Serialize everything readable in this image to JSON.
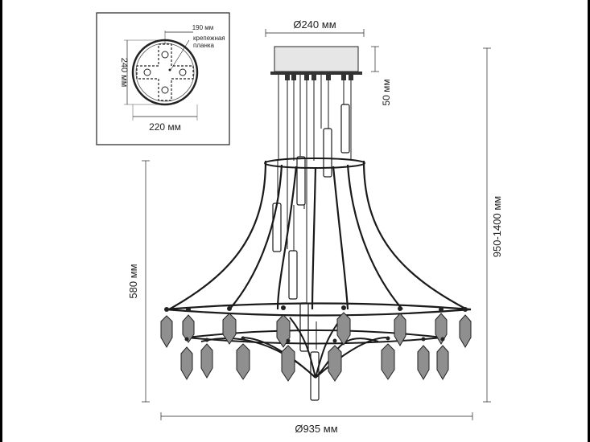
{
  "inset": {
    "dim_190": "190 мм",
    "bracket_label_line1": "крепежная",
    "bracket_label_line2": "планка",
    "dim_240_vertical": "240 мм",
    "dim_220": "220 мм"
  },
  "dimensions": {
    "canopy_diameter": "Ø240 мм",
    "canopy_height": "50 мм",
    "total_height": "950-1400 мм",
    "body_height": "580 мм",
    "body_diameter": "Ø935 мм"
  },
  "colors": {
    "line": "#222222",
    "frame": "#1a1a1a",
    "canopy": "#e6e6e6",
    "crystal": "#9a9a9a",
    "crystal_dark": "#555555"
  }
}
